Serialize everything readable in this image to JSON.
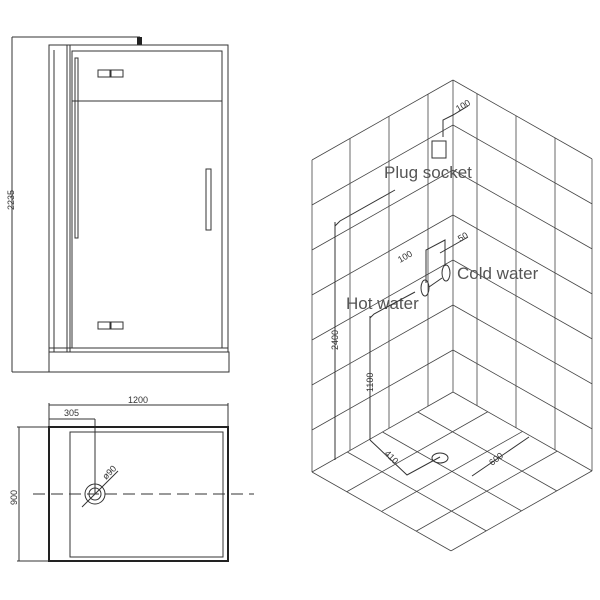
{
  "elevation": {
    "height_dim": "2235"
  },
  "plan": {
    "width_dim": "1200",
    "offset_dim": "305",
    "depth_dim": "900",
    "drain_dim": "ø90"
  },
  "isometric": {
    "labels": {
      "plug_socket": "Plug socket",
      "cold_water": "Cold water",
      "hot_water": "Hot water"
    },
    "dims": {
      "socket_offset": "100",
      "pipe_spacing": "100",
      "pipe_offset": "50",
      "socket_height": "2400",
      "pipe_height": "1100",
      "drain_x": "410",
      "drain_y": "600"
    }
  }
}
